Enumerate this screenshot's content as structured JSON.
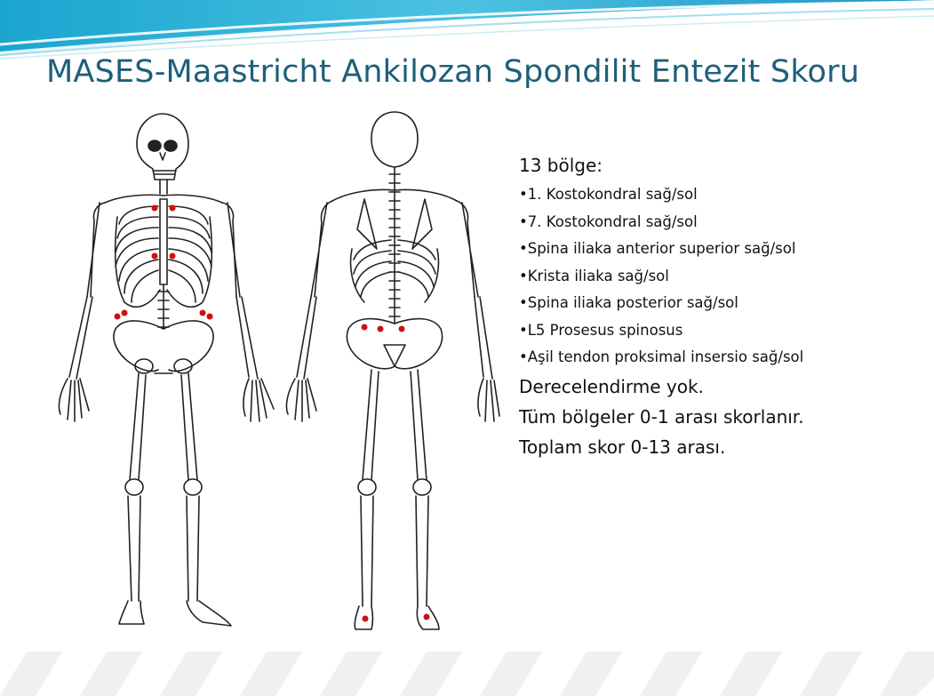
{
  "slide": {
    "title": "MASES-Maastricht Ankilozan Spondilit Entezit Skoru",
    "accent_color": "#1d5f7a",
    "marker_color": "#cc1111"
  },
  "info": {
    "heading": "13 bölge:",
    "items": [
      "•1. Kostokondral sağ/sol",
      "•7. Kostokondral sağ/sol",
      "•Spina iliaka anterior superior sağ/sol",
      "•Krista iliaka sağ/sol",
      "•Spina iliaka posterior sağ/sol",
      "•L5 Prosesus spinosus",
      "•Aşil tendon proksimal insersio sağ/sol"
    ],
    "notes": [
      "Derecelendirme yok.",
      "Tüm bölgeler 0-1 arası skorlanır.",
      "Toplam skor 0-13 arası."
    ]
  }
}
